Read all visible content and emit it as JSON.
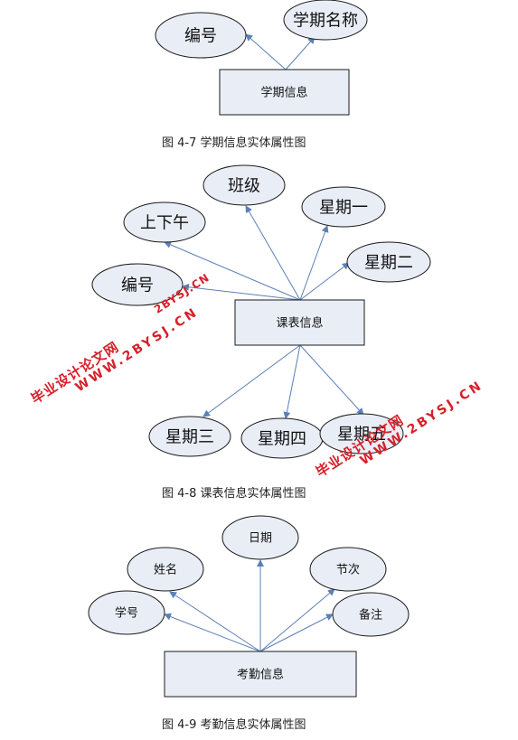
{
  "diagrams": [
    {
      "caption": "图 4-7 学期信息实体属性图",
      "entity": "学期信息",
      "attributes": [
        "编号",
        "学期名称"
      ]
    },
    {
      "caption": "图 4-8 课表信息实体属性图",
      "entity": "课表信息",
      "attributes": [
        "班级",
        "上下午",
        "星期一",
        "星期二",
        "编号",
        "星期三",
        "星期四",
        "星期五"
      ]
    },
    {
      "caption": "图 4-9 考勤信息实体属性图",
      "entity": "考勤信息",
      "attributes": [
        "日期",
        "姓名",
        "节次",
        "学号",
        "备注"
      ]
    }
  ],
  "watermark": {
    "line1": "毕业设计论文网",
    "line2": "WWW.2BYSJ.CN",
    "fragment": "2BYSJ.CN",
    "color": "#d7202a"
  },
  "colors": {
    "fill": "#e9edf6",
    "stroke": "#1a1a1a",
    "arrow": "#5b80b6"
  }
}
